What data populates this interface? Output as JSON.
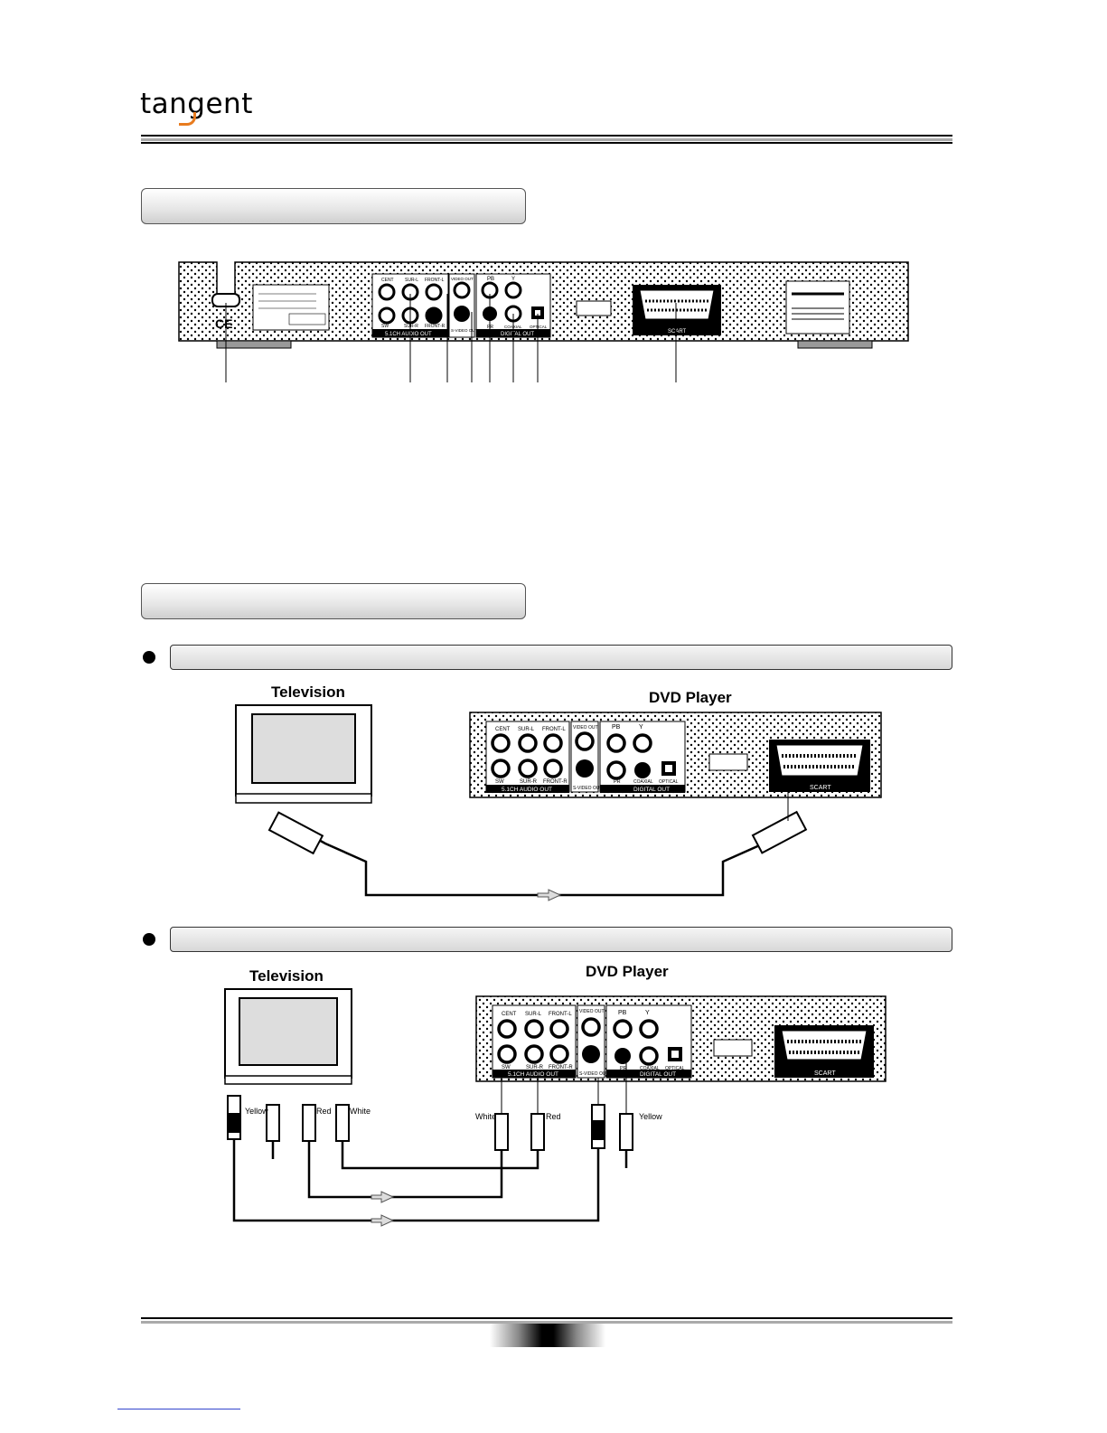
{
  "header": {
    "brand": "tangent",
    "brand_color": "#e87b1e"
  },
  "rear_panel": {
    "labels": {
      "cent": "CENT",
      "sur_l": "SUR-L",
      "front_l": "FRONT-L",
      "sw": "SW",
      "sur_r": "SUR-R",
      "front_r": "FRONT-R",
      "audio_out": "5.1CH AUDIO OUT",
      "video_out": "VIDEO OUT",
      "s_video": "S-VIDEO OUT",
      "pb": "PB",
      "pr": "PR",
      "y": "Y",
      "coaxial": "COAXIAL",
      "optical": "OPTICAL",
      "digital_out": "DIGITAL OUT",
      "scart": "SCART",
      "ce": "CE"
    }
  },
  "section_scart": {
    "tv_label": "Television",
    "dvd_label": "DVD Player"
  },
  "section_av": {
    "tv_label": "Television",
    "dvd_label": "DVD Player",
    "tv_cables": {
      "yellow": "Yellow",
      "red": "Red",
      "white": "White"
    },
    "dvd_cables": {
      "white": "White",
      "red": "Red",
      "yellow": "Yellow"
    }
  }
}
